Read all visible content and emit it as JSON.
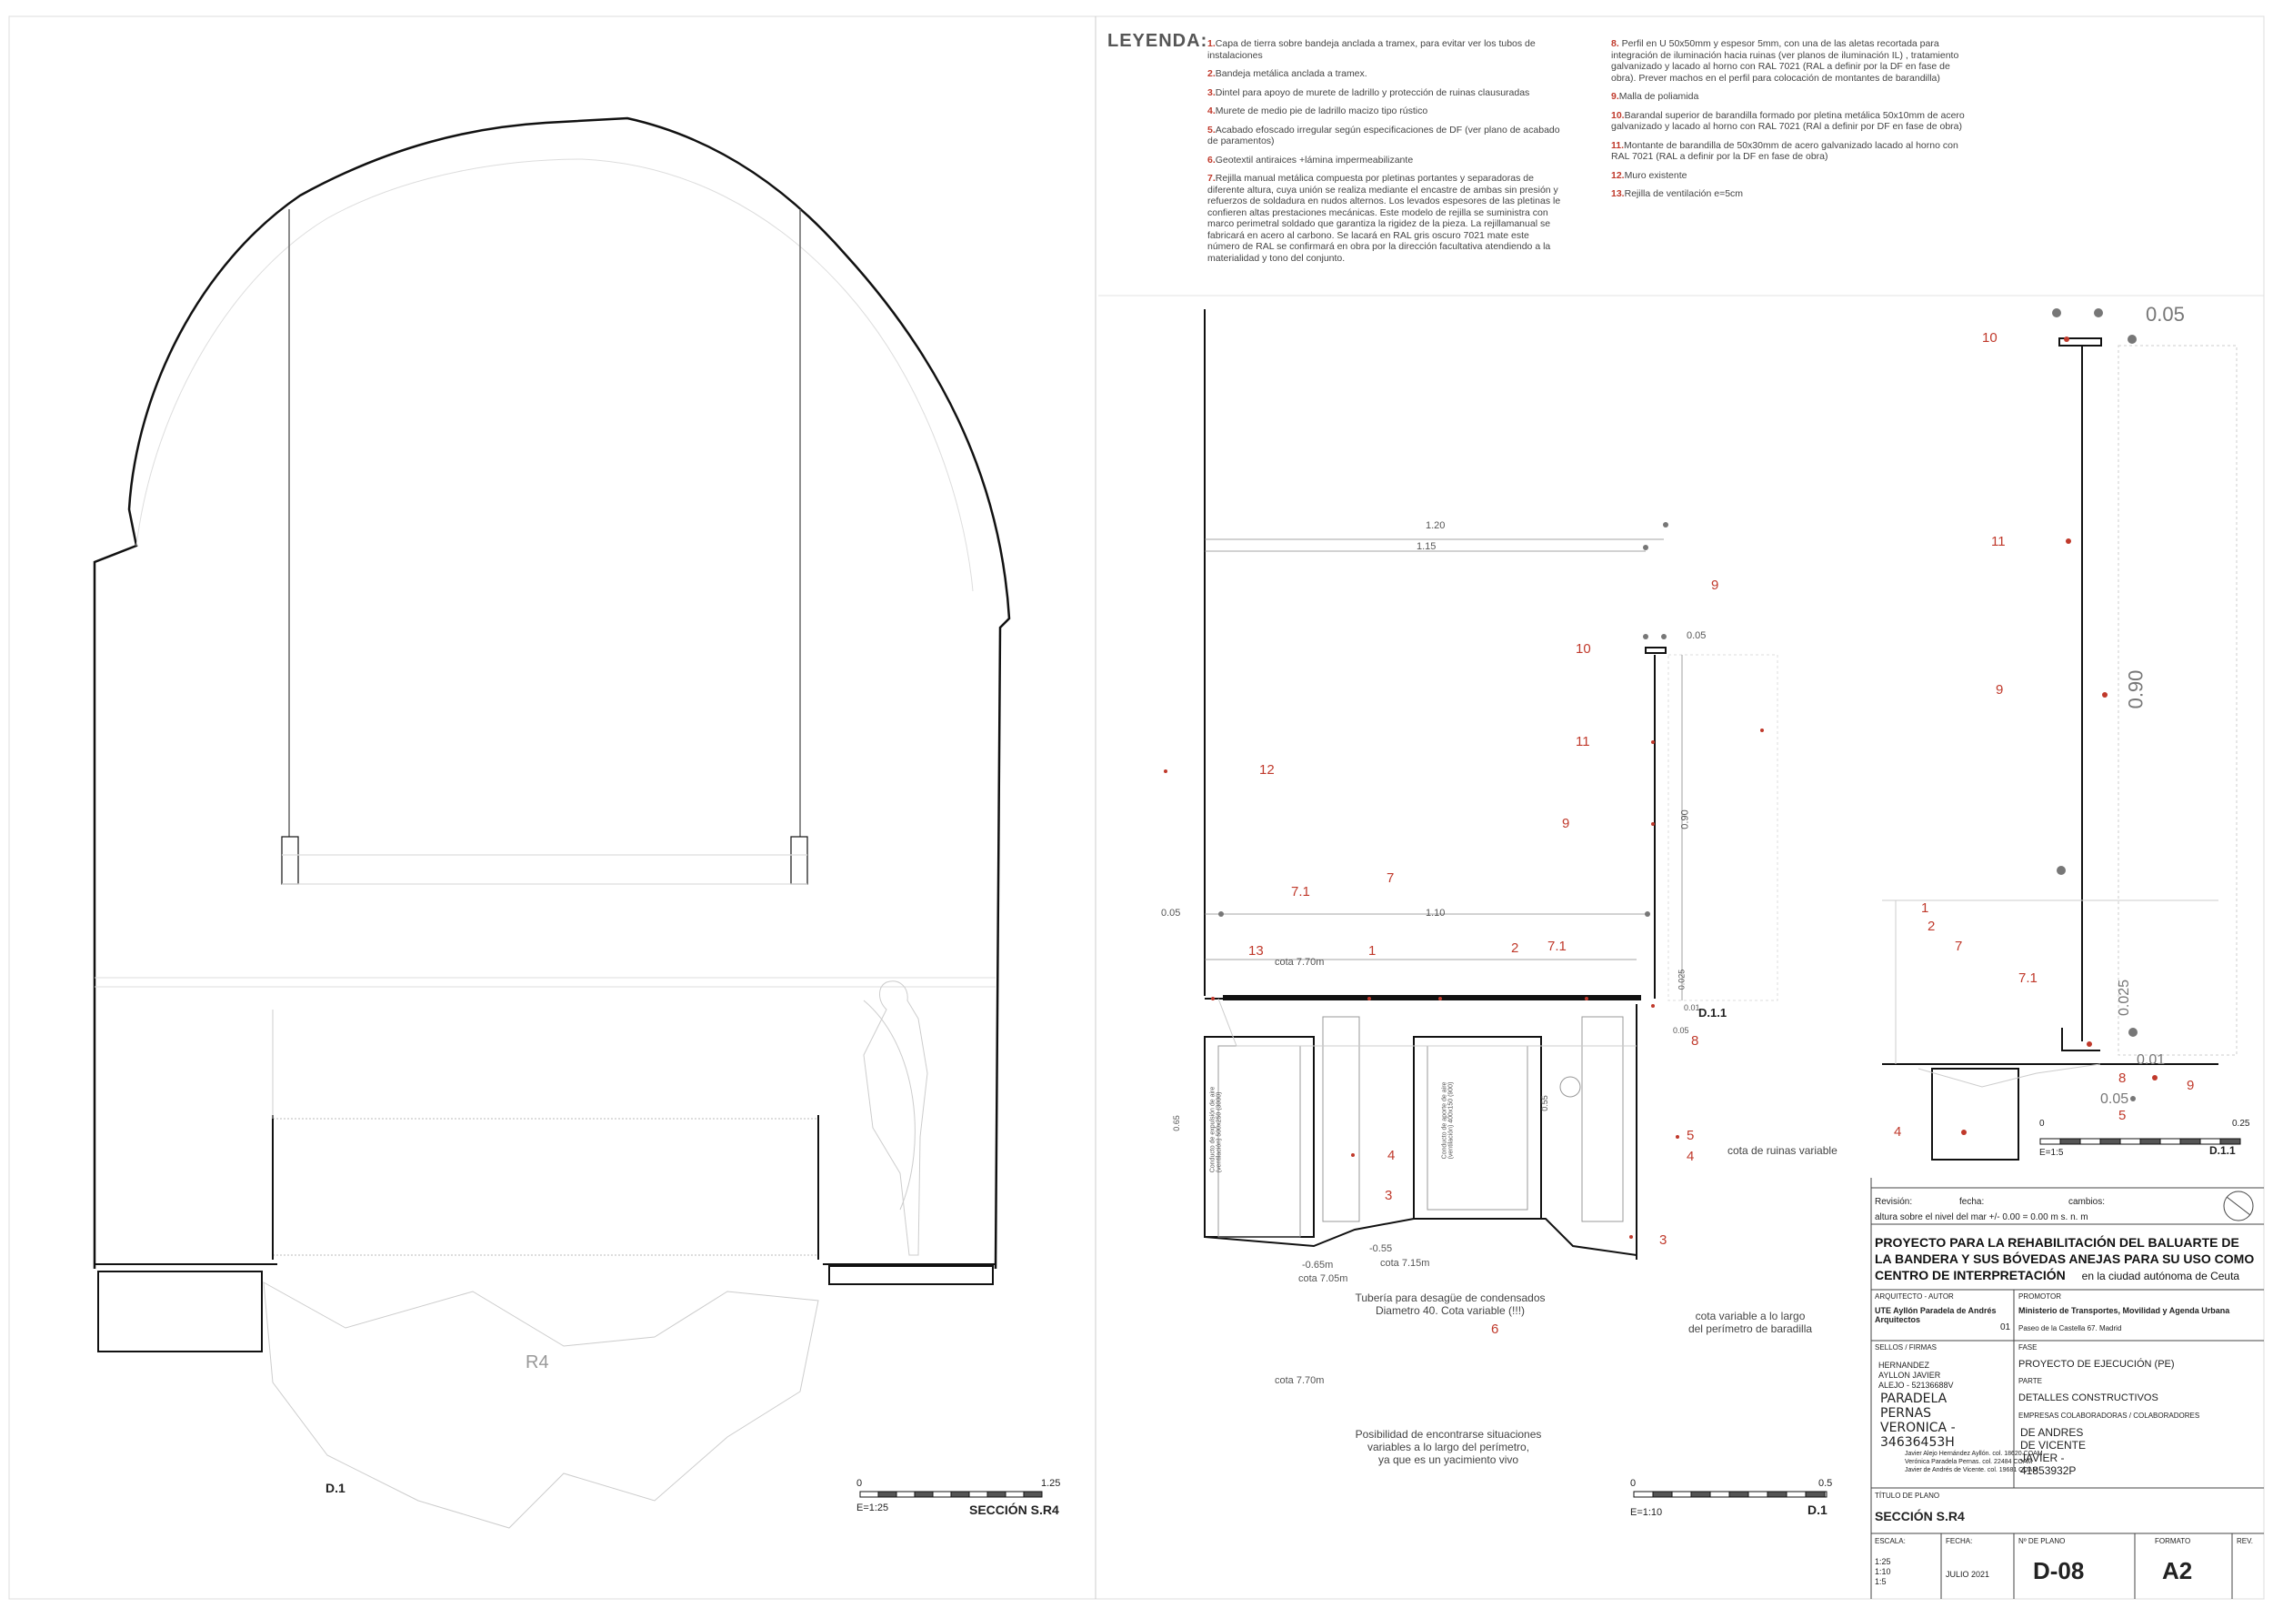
{
  "legend": {
    "title": "LEYENDA:",
    "items_left": [
      {
        "num": "1.",
        "text": "Capa de tierra sobre bandeja anclada a tramex, para evitar ver los tubos de instalaciones"
      },
      {
        "num": "2.",
        "text": "Bandeja metálica anclada a tramex."
      },
      {
        "num": "3.",
        "text": "Dintel para apoyo de murete de ladrillo y protección de ruinas clausuradas"
      },
      {
        "num": "4.",
        "text": "Murete de medio pie de ladrillo macizo tipo rústico"
      },
      {
        "num": "5.",
        "text": "Acabado efoscado irregular según especificaciones de DF (ver plano de acabado de paramentos)"
      },
      {
        "num": "6.",
        "text": "Geotextil antiraices +lámina impermeabilizante"
      },
      {
        "num": "7.",
        "text": "Rejilla manual metálica compuesta por pletinas portantes y separadoras de diferente altura, cuya unión se realiza mediante el encastre de ambas sin presión y refuerzos de soldadura en nudos alternos. Los levados espesores de las pletinas le confieren altas prestaciones mecánicas. Este modelo de rejilla se suministra con marco perimetral soldado que garantiza la rigidez de la pieza. La rejillamanual se fabricará en acero al carbono. Se lacará en RAL gris oscuro 7021 mate este número de RAL se confirmará en obra por la dirección facultativa atendiendo a la materialidad y tono del conjunto."
      }
    ],
    "items_right": [
      {
        "num": "8.",
        "text": " Perfil en U 50x50mm y espesor 5mm, con una de las aletas recortada para integración de iluminación hacia ruinas (ver planos de iluminación IL) , tratamiento galvanizado y lacado al horno con RAL 7021 (RAL a definir por la DF en fase de obra). Prever machos en el perfil para colocación de montantes de barandilla)"
      },
      {
        "num": "9.",
        "text": "Malla de poliamida"
      },
      {
        "num": "10.",
        "text": "Barandal superior de barandilla formado por pletina metálica 50x10mm de acero galvanizado y lacado al horno con RAL 7021 (RAl a definir por DF en fase de obra)"
      },
      {
        "num": "11.",
        "text": "Montante de barandilla de 50x30mm de acero galvanizado lacado al horno con RAL 7021 (RAL a definir por la DF en fase de obra)"
      },
      {
        "num": "12.",
        "text": "Muro existente"
      },
      {
        "num": "13.",
        "text": "Rejilla de ventilación e=5cm"
      }
    ]
  },
  "section_left": {
    "room_label": "R4",
    "detail_ref": "D.1",
    "scale_label": "E=1:25",
    "scale_start": "0",
    "scale_end": "1.25",
    "section_title": "SECCIÓN S.R4"
  },
  "detail_d1": {
    "callouts": [
      "12",
      "13",
      "1",
      "2",
      "7.1",
      "7.1",
      "7",
      "10",
      "11",
      "9",
      "9",
      "8",
      "5",
      "4",
      "4",
      "3",
      "3",
      "6"
    ],
    "dims": [
      "1.20",
      "1.15",
      "0.05",
      "1.10",
      "0.05",
      "0.90",
      "0.025",
      "0.01",
      "0.05",
      "0.55",
      "0.65"
    ],
    "levels": [
      "cota 7.70m",
      "-0.65m",
      "cota 7.05m",
      "-0.55",
      "cota 7.15m",
      "cota 7.70m"
    ],
    "detail_ref_11": "D.1.1",
    "ruins_note": "cota de ruinas variable",
    "pipe_note": "Tubería para desagüe de condensados\nDiametro 40. Cota variable (!!!)",
    "perimeter_note": "cota variable a lo largo\ndel perímetro de baradilla",
    "site_note": "Posibilidad de encontrarse situaciones\nvariables a lo largo del perímetro,\nya que es un yacimiento vivo",
    "duct_1": "Conducto de expulsión de aire\n(ventilación) 500x250 (3000)",
    "duct_2": "Conducto de aporte de aire\n(ventilación) 400x150 (900)",
    "scale_label": "E=1:10",
    "scale_start": "0",
    "scale_end": "0.5",
    "ref": "D.1"
  },
  "detail_d11": {
    "dims": [
      "0.05",
      "0.90",
      "0.025",
      "0.01",
      "0.05"
    ],
    "callouts": [
      "10",
      "11",
      "9",
      "1",
      "2",
      "7",
      "7.1",
      "8",
      "5",
      "4",
      "9"
    ],
    "scale_label": "E=1:5",
    "scale_start": "0",
    "scale_end": "0.25",
    "ref": "D.1.1"
  },
  "title_block": {
    "revision_label": "Revisión:",
    "fecha_label": "fecha:",
    "cambios_label": "cambios:",
    "altitude": "altura sobre el nivel del mar +/- 0.00 = 0.00 m s. n. m",
    "project_title": "PROYECTO PARA LA REHABILITACIÓN DEL BALUARTE DE LA BANDERA Y SUS BÓVEDAS ANEJAS PARA SU USO COMO CENTRO DE INTERPRETACIÓN",
    "project_place": "en la ciudad autónoma de Ceuta",
    "architect_label": "ARQUITECTO - AUTOR",
    "architect": "UTE Ayllón Paradela de Andrés Arquitectos",
    "promoter_label": "PROMOTOR",
    "promoter": "Ministerio de Transportes, Movilidad y Agenda Urbana",
    "promoter_address": "Paseo de la Castella 67. Madrid",
    "promoter_num": "01",
    "sellos_label": "SELLOS / FIRMAS",
    "fase_label": "FASE",
    "fase": "PROYECTO DE EJECUCIÓN (PE)",
    "parte_label": "PARTE",
    "parte": "DETALLES CONSTRUCTIVOS",
    "empresas_label": "EMPRESAS COLABORADORAS / COLABORADORES",
    "sig1": "HERNANDEZ\nAYLLON JAVIER\nALEJO - 52136688V",
    "sig2": "PARADELA\nPERNAS\nVERONICA -\n34636453H",
    "sig3": "DE ANDRES\nDE VICENTE\nJAVIER -\n41853932P",
    "signers": "Javier Alejo Hernández Ayllón. col. 18620 COAM\nVerónica Paradela Pernas. col. 22484 COAM\nJavier de Andrés de Vicente. col. 19681 COAM",
    "plan_title_label": "TÍTULO DE PLANO",
    "plan_title": "SECCIÓN S.R4",
    "escala_label": "ESCALA:",
    "escala": "1:25\n1:10\n1:5",
    "fecha2_label": "FECHA:",
    "fecha2": "JULIO 2021",
    "plano_label": "Nº DE PLANO",
    "plano": "D-08",
    "formato_label": "FORMATO",
    "formato": "A2",
    "rev_label": "REV."
  },
  "colors": {
    "accent": "#c0392b",
    "line": "#111111",
    "faint": "#cfcfcf"
  }
}
